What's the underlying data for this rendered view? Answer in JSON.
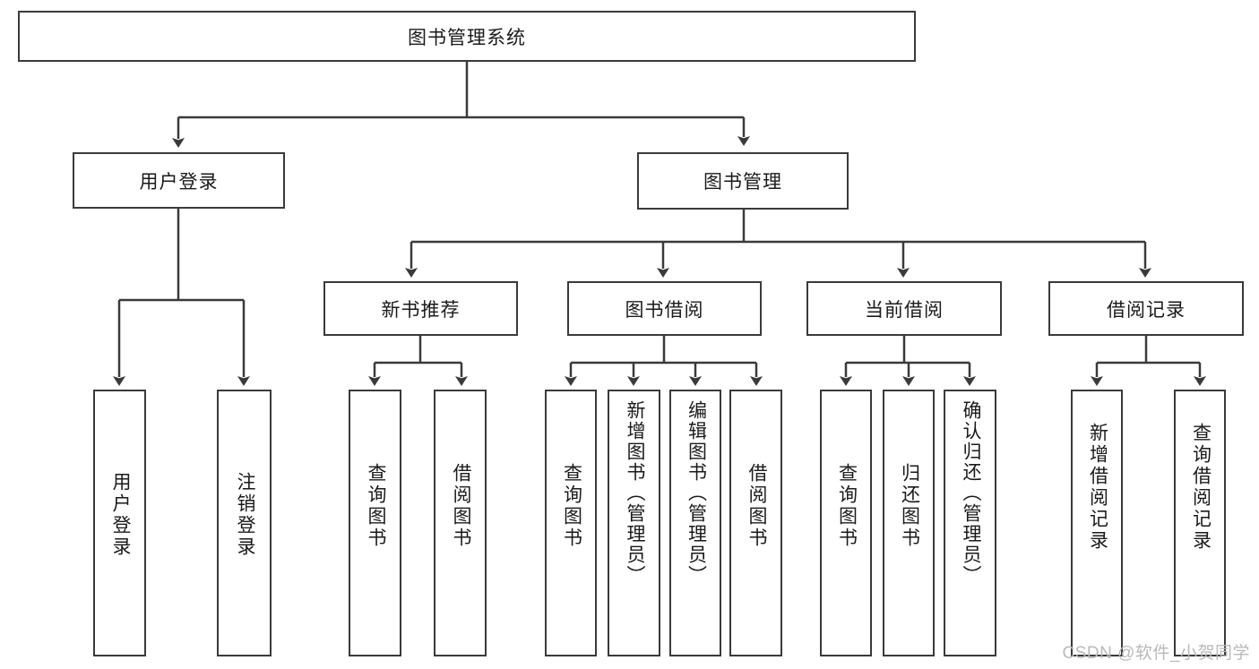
{
  "diagram": {
    "type": "tree-hierarchy-diagram",
    "title_node": {
      "label": "图书管理系统"
    },
    "level2": [
      {
        "id": "user-login",
        "label": "用户登录"
      },
      {
        "id": "book-management",
        "label": "图书管理"
      }
    ],
    "level3": [
      {
        "id": "new-book-recommend",
        "label": "新书推荐",
        "parent": "book-management"
      },
      {
        "id": "book-borrow",
        "label": "图书借阅",
        "parent": "book-management"
      },
      {
        "id": "current-borrow",
        "label": "当前借阅",
        "parent": "book-management"
      },
      {
        "id": "borrow-record",
        "label": "借阅记录",
        "parent": "book-management"
      }
    ],
    "leaves": [
      {
        "id": "leaf-user-login",
        "label": "用户登录",
        "parent": "user-login"
      },
      {
        "id": "leaf-logout-login",
        "label": "注销登录",
        "parent": "user-login"
      },
      {
        "id": "leaf-query-book-1",
        "label": "查询图书",
        "parent": "new-book-recommend"
      },
      {
        "id": "leaf-borrow-book-1",
        "label": "借阅图书",
        "parent": "new-book-recommend"
      },
      {
        "id": "leaf-query-book-2",
        "label": "查询图书",
        "parent": "book-borrow"
      },
      {
        "id": "leaf-add-book",
        "label": "新增图书（管理员）",
        "parent": "book-borrow"
      },
      {
        "id": "leaf-edit-book",
        "label": "编辑图书（管理员）",
        "parent": "book-borrow"
      },
      {
        "id": "leaf-borrow-book-2",
        "label": "借阅图书",
        "parent": "book-borrow"
      },
      {
        "id": "leaf-query-book-3",
        "label": "查询图书",
        "parent": "current-borrow"
      },
      {
        "id": "leaf-return-book",
        "label": "归还图书",
        "parent": "current-borrow"
      },
      {
        "id": "leaf-confirm-return",
        "label": "确认归还（管理员）",
        "parent": "current-borrow"
      },
      {
        "id": "leaf-add-record",
        "label": "新增借阅记录",
        "parent": "borrow-record"
      },
      {
        "id": "leaf-query-record",
        "label": "查询借阅记录",
        "parent": "borrow-record"
      }
    ]
  },
  "watermark": {
    "text": "CSDN @软件_小贺同学"
  },
  "colors": {
    "stroke": "#3a3a3a",
    "box_fill": "#ffffff",
    "text": "#1a1a1a",
    "watermark": "#b9b9b9",
    "background": "#ffffff"
  }
}
